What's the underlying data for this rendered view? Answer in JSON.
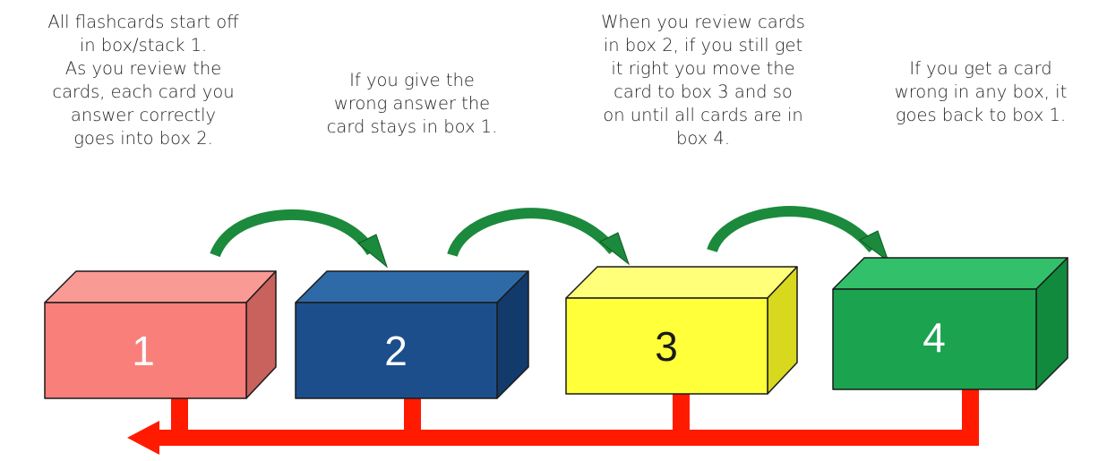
{
  "captions": {
    "c1": [
      "All flashcards start off",
      "in box/stack 1.",
      "As you review the",
      "cards, each card you",
      "answer correctly",
      "goes into box 2."
    ],
    "c2": [
      "If you give the",
      "wrong answer the",
      "card stays in box 1."
    ],
    "c3": [
      "When you review cards",
      "in box 2, if you still get",
      "it right you move the",
      "card to box 3 and so",
      "on until all cards are in",
      "box 4."
    ],
    "c4": [
      "If you get a card",
      "wrong in any box, it",
      "goes back to box 1."
    ]
  },
  "boxes": [
    {
      "label": "1",
      "front": "#f97f7a",
      "top": "#fa9a95",
      "side": "#c9615c",
      "text": "#ffffff"
    },
    {
      "label": "2",
      "front": "#1c4e8c",
      "top": "#2e6aa8",
      "side": "#123a6b",
      "text": "#ffffff"
    },
    {
      "label": "3",
      "front": "#ffff3a",
      "top": "#ffff7a",
      "side": "#d8d81e",
      "text": "#1a1a1a"
    },
    {
      "label": "4",
      "front": "#1ba34f",
      "top": "#33c06a",
      "side": "#118a3e",
      "text": "#ffffff"
    }
  ],
  "colors": {
    "forward_arrow": "#1c8a3c",
    "return_arrow": "#ff1a00",
    "box_outline": "#1a1a1a"
  }
}
